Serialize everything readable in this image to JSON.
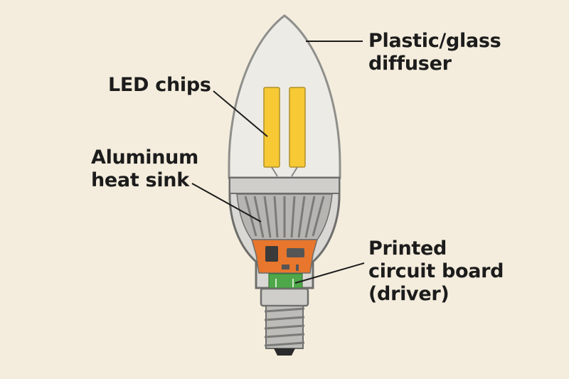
{
  "labels": {
    "diffuser": [
      "Plastic/glass",
      "diffuser"
    ],
    "led_chips": "LED chips",
    "heat_sink": [
      "Aluminum",
      "heat sink"
    ],
    "pcb": [
      "Printed",
      "circuit board",
      "(driver)"
    ]
  },
  "colors": {
    "background": "#f4eddd",
    "led": "#f7c934",
    "pcb_orange": "#e8762c",
    "connector_green": "#4ea84a",
    "metal": "#c8c8c6"
  }
}
